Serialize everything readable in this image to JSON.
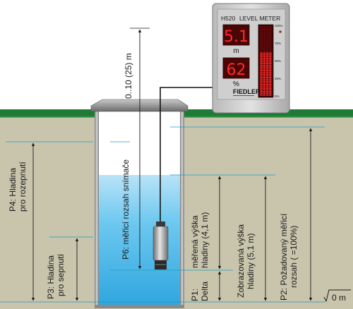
{
  "meter": {
    "model": "H520",
    "title": "LEVEL METER",
    "brand": "FIEDLER",
    "display_top_value": "5.1",
    "display_top_unit": "m",
    "display_bottom_value": "62",
    "display_bottom_unit": "%",
    "bar_fill": 0.62,
    "scale_labels": [
      "100%",
      "75%",
      "50%",
      "25%",
      "0%"
    ]
  },
  "labels": {
    "p4_line1": "P4: Hladina",
    "p4_line2": "pro rozepnutí",
    "p3_line1": "P3: Hladina",
    "p3_line2": "pro sepnutí",
    "p6": "P6: měřicí rozsah snímače",
    "range": "0..10 (25) m",
    "measured_line1": "měřená výška",
    "measured_line2": "hladiny (4,1 m)",
    "displayed_line1": "Zobrazovaná výška",
    "displayed_line2": "hladiny (5,1 m)",
    "p1_line1": "P1:",
    "p1_line2": "Delta",
    "p2_line1": "P2: Požadovaný měřicí",
    "p2_line2": "rozsah ( =100%)",
    "zero": "0 m"
  },
  "colors": {
    "grass": "#1e7a35",
    "soil": "#c9c5ad",
    "water": "#5cc0ec",
    "led": "#ff2a2a",
    "dim": "#1a9ec0"
  }
}
